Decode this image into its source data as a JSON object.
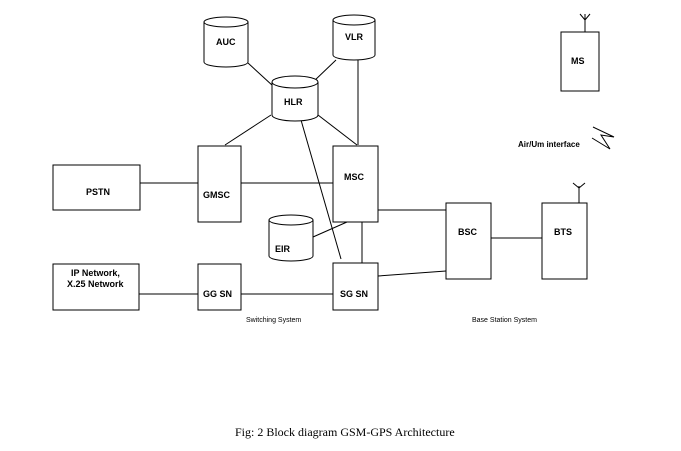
{
  "diagram": {
    "nodes": {
      "auc": "AUC",
      "vlr": "VLR",
      "hlr": "HLR",
      "ms": "MS",
      "pstn": "PSTN",
      "gmsc": "GMSC",
      "msc": "MSC",
      "eir": "EIR",
      "ip_line1": "IP Network,",
      "ip_line2": "X.25 Network",
      "ggsn": "GG SN",
      "sgsn": "SG SN",
      "bsc": "BSC",
      "bts": "BTS"
    },
    "labels": {
      "air_interface": "Air/Um interface",
      "switching_system": "Switching System",
      "base_station_system": "Base Station System"
    },
    "caption": "Fig: 2 Block diagram GSM-GPS Architecture"
  }
}
